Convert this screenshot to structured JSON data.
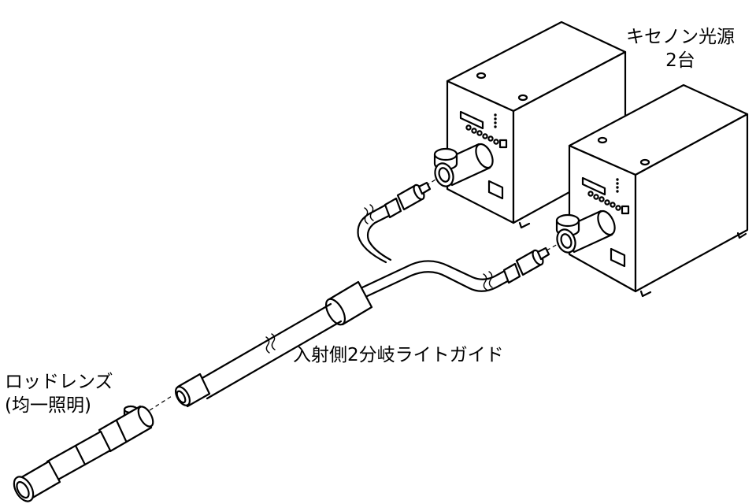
{
  "labels": {
    "xenon_source_line1": "キセノン光源",
    "xenon_source_line2": "2台",
    "light_guide": "入射側2分岐ライトガイド",
    "rod_lens_line1": "ロッドレンズ",
    "rod_lens_line2": "(均一照明)"
  },
  "colors": {
    "line": "#000000",
    "fill": "#ffffff"
  }
}
